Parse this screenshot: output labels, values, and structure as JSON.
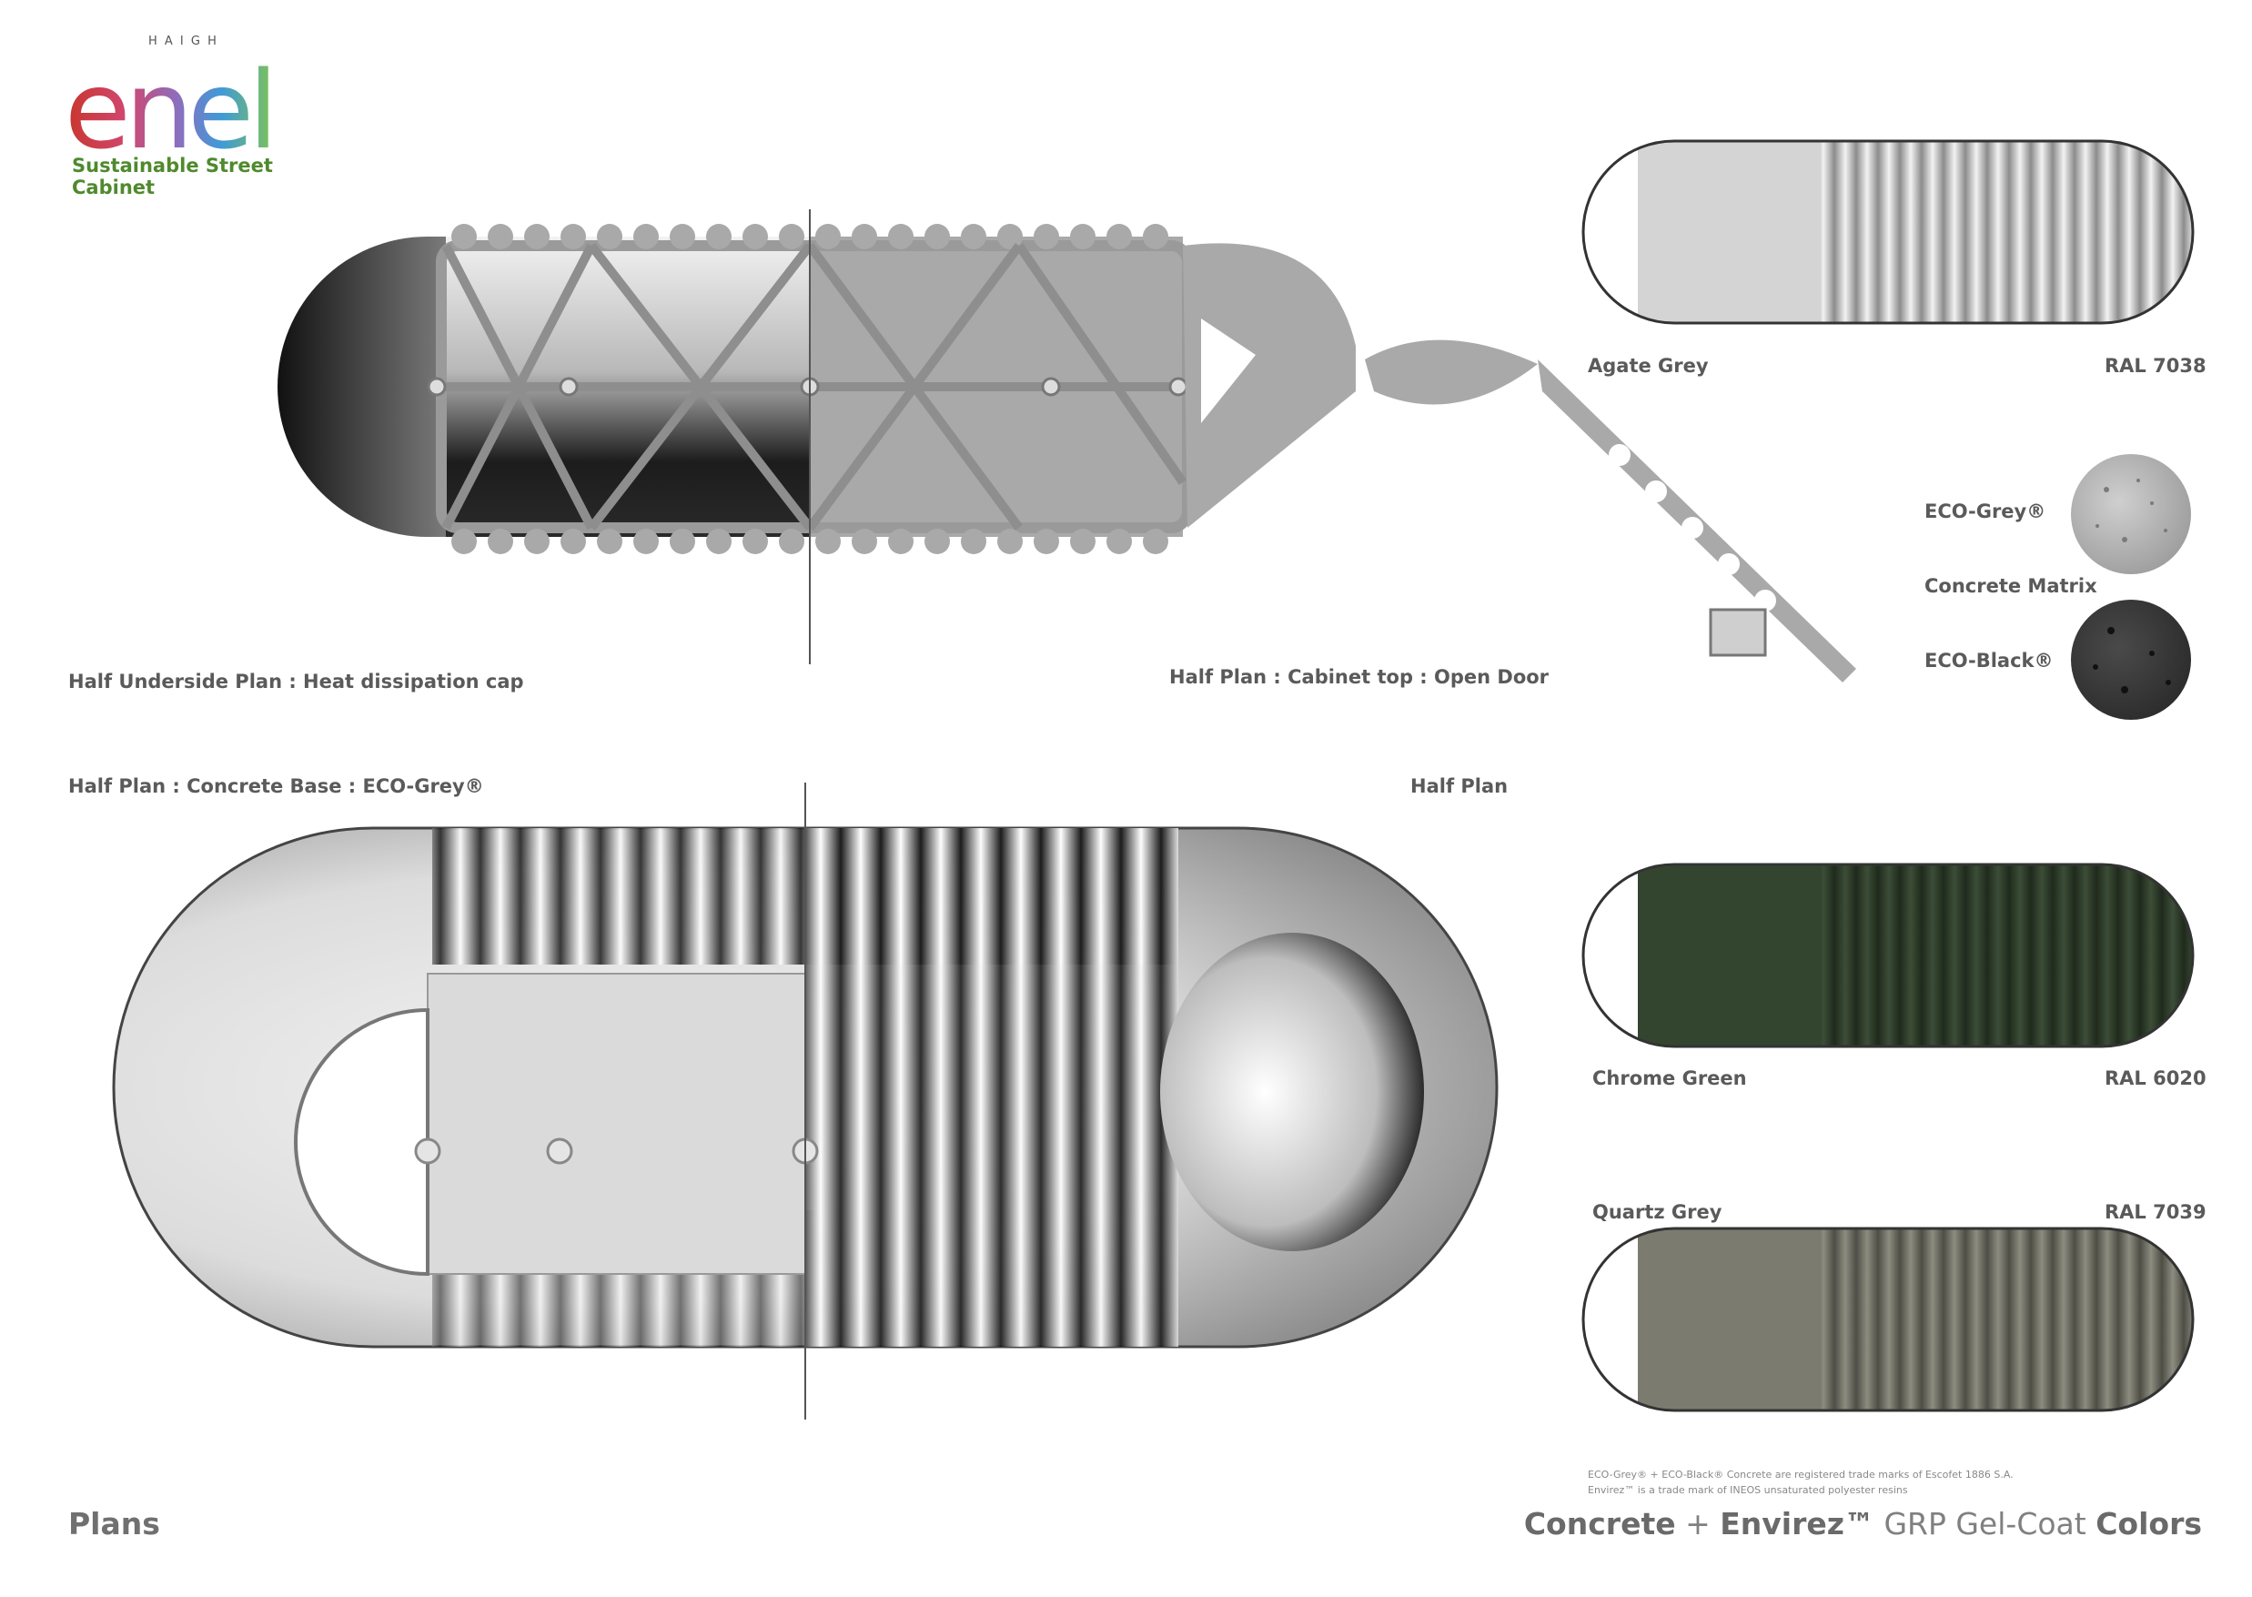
{
  "brand": {
    "haigh": "H A I G H",
    "wordmark": "enel",
    "tagline": "Sustainable Street Cabinet"
  },
  "labels": {
    "half_underside": "Half Underside Plan : Heat dissipation cap",
    "half_plan_top": "Half Plan : Cabinet top : Open Door",
    "half_plan_base": "Half Plan :  Concrete Base : ECO-Grey®",
    "half_plan": "Half Plan",
    "plans": "Plans"
  },
  "swatches": [
    {
      "name": "Agate Grey",
      "ral": "RAL 7038",
      "color": "#cfcfcf"
    },
    {
      "name": "Chrome Green",
      "ral": "RAL 6020",
      "color": "#34452f"
    },
    {
      "name": "Quartz Grey",
      "ral": "RAL 7039",
      "color": "#7b7b70"
    }
  ],
  "materials": {
    "eco_grey": "ECO-Grey®",
    "matrix": "Concrete Matrix",
    "eco_black": "ECO-Black®"
  },
  "footnote": {
    "line1": "ECO-Grey® + ECO-Black® Concrete are registered trade marks of Escofet 1886 S.A.",
    "line2": "Envirez™ is a trade mark of INEOS unsaturated polyester resins"
  },
  "colors_title": {
    "part1": "Concrete",
    "part2": " + ",
    "part3": "Envirez™",
    "part4": " GRP Gel-Coat ",
    "part5": "Colors"
  }
}
